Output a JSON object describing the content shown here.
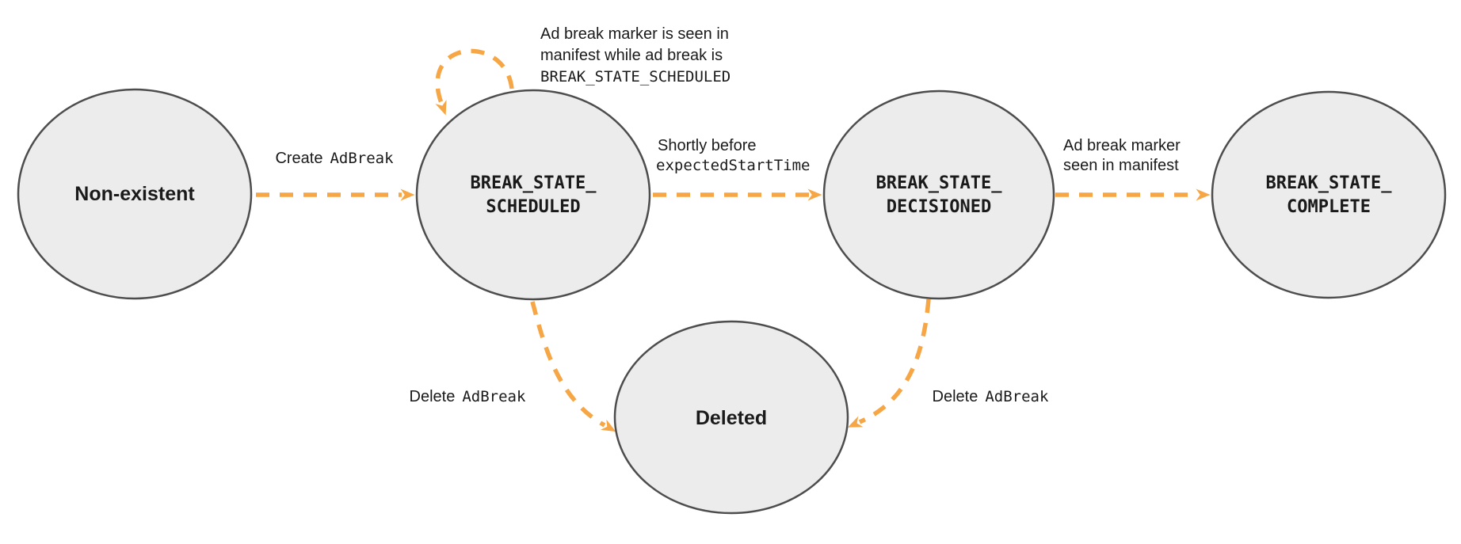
{
  "colors": {
    "arrow_orange": "#F6A645",
    "node_fill": "#ECECEC",
    "node_border": "#4D4D4D",
    "label_text": "#1A1A1A"
  },
  "nodes": {
    "non_existent": {
      "label": "Non-existent"
    },
    "scheduled": {
      "line1": "BREAK_STATE_",
      "line2": "SCHEDULED"
    },
    "decisioned": {
      "line1": "BREAK_STATE_",
      "line2": "DECISIONED"
    },
    "complete": {
      "line1": "BREAK_STATE_",
      "line2": "COMPLETE"
    },
    "deleted": {
      "label": "Deleted"
    }
  },
  "edges": {
    "create": {
      "plain": "Create",
      "code": "AdBreak"
    },
    "self_loop": {
      "line1": "Ad break marker is seen in",
      "line2": "manifest while ad break is",
      "line3_code": "BREAK_STATE_SCHEDULED"
    },
    "scheduled_to_decisioned": {
      "line1": "Shortly before",
      "line2_code": "expectedStartTime"
    },
    "decisioned_to_complete": {
      "line1": "Ad break marker",
      "line2": "seen in manifest"
    },
    "scheduled_to_deleted": {
      "plain": "Delete",
      "code": "AdBreak"
    },
    "decisioned_to_deleted": {
      "plain": "Delete",
      "code": "AdBreak"
    }
  }
}
